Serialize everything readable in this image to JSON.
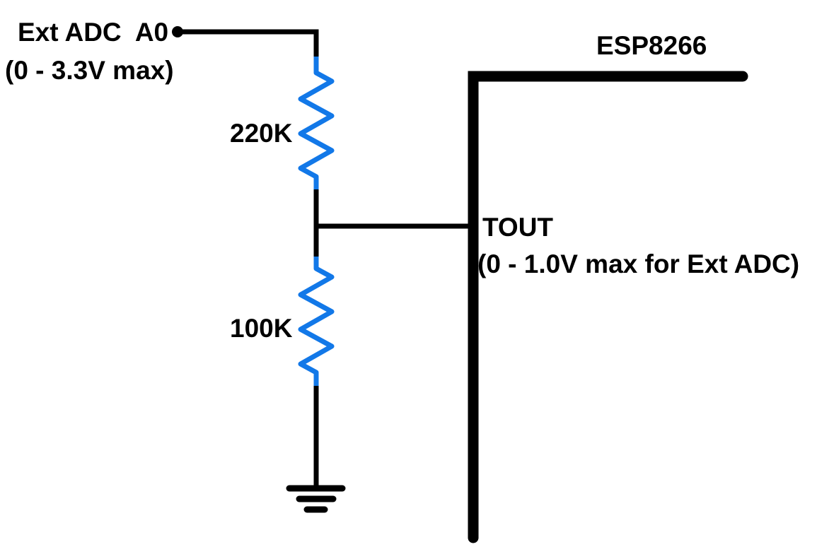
{
  "circuit": {
    "chip": {
      "label": "ESP8266"
    },
    "input": {
      "label": "Ext ADC  A0",
      "range": "(0 - 3.3V max)"
    },
    "resistors": [
      {
        "label": "220K",
        "position": "top"
      },
      {
        "label": "100K",
        "position": "bottom"
      }
    ],
    "pin": {
      "label": "TOUT",
      "range": "(0 - 1.0V max for Ext ADC)"
    },
    "colors": {
      "wire": "#000000",
      "resistor_blue": "#1278e8",
      "background": "#ffffff"
    }
  }
}
